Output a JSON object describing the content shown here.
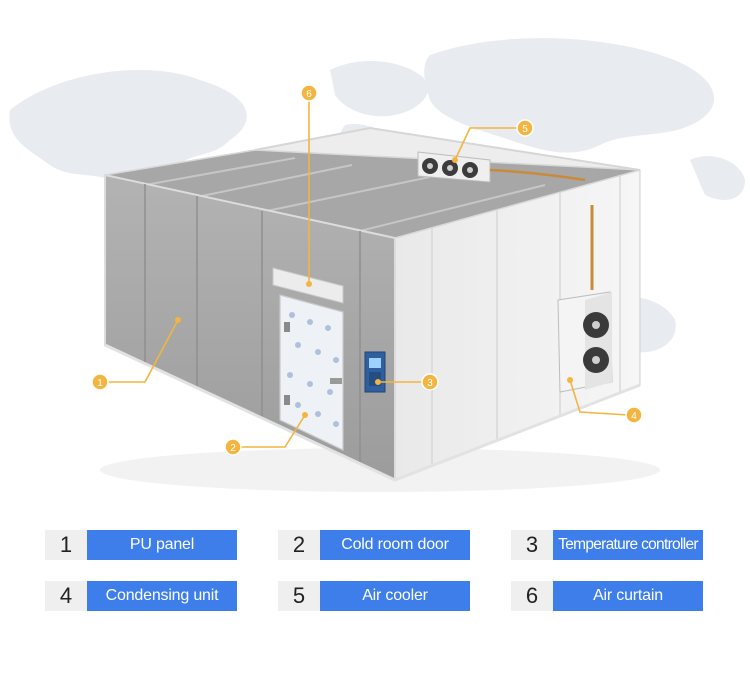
{
  "colors": {
    "accent_orange": "#f3b53f",
    "label_blue": "#3d7eea",
    "number_bg": "#efefef",
    "panel_gray": "#a9a9a9",
    "panel_light": "#e6e6e6"
  },
  "callouts": [
    {
      "num": "1",
      "part": "PU panel"
    },
    {
      "num": "2",
      "part": "Cold room door"
    },
    {
      "num": "3",
      "part": "Temperature controller"
    },
    {
      "num": "4",
      "part": "Condensing unit"
    },
    {
      "num": "5",
      "part": "Air cooler"
    },
    {
      "num": "6",
      "part": "Air curtain"
    }
  ],
  "legend": [
    {
      "num": "1",
      "label": "PU panel"
    },
    {
      "num": "2",
      "label": "Cold room door"
    },
    {
      "num": "3",
      "label": "Temperature controller"
    },
    {
      "num": "4",
      "label": "Condensing unit"
    },
    {
      "num": "5",
      "label": "Air cooler"
    },
    {
      "num": "6",
      "label": "Air curtain"
    }
  ]
}
